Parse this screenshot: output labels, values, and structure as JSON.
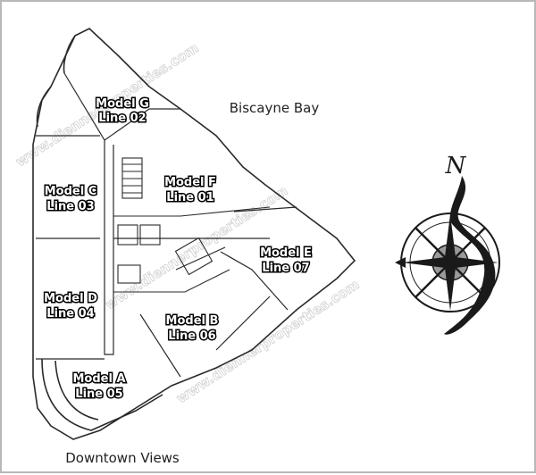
{
  "places": {
    "bay": "Biscayne Bay",
    "downtown": "Downtown Views"
  },
  "units": [
    {
      "model": "Model G",
      "line": "Line 02"
    },
    {
      "model": "Model F",
      "line": "Line 01"
    },
    {
      "model": "Model C",
      "line": "Line 03"
    },
    {
      "model": "Model E",
      "line": "Line 07"
    },
    {
      "model": "Model D",
      "line": "Line 04"
    },
    {
      "model": "Model B",
      "line": "Line 06"
    },
    {
      "model": "Model A",
      "line": "Line 05"
    }
  ],
  "compass": {
    "north_letter": "N"
  },
  "watermark": "www.diennerproperties.com",
  "colors": {
    "line": "#2a2a2a",
    "label_fill": "#ffffff",
    "label_stroke": "#000000",
    "watermark": "#cfcfcf"
  }
}
